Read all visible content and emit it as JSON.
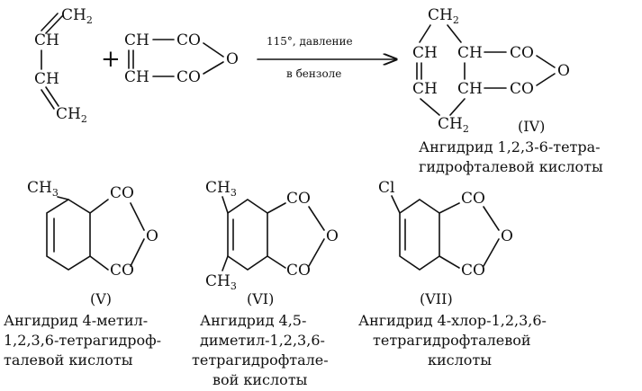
{
  "colors": {
    "ink": "#111111",
    "paper": "#ffffff"
  },
  "labels": {
    "ch": "CH",
    "ch2": "CH",
    "sub2": "2",
    "ch3": "CH",
    "sub3": "3",
    "co": "CO",
    "o": "O",
    "cl": "Cl",
    "plus": "+"
  },
  "reaction": {
    "condition_top": "115°, давление",
    "condition_bottom": "в бензоле"
  },
  "compounds": [
    {
      "numeral": "(IV)",
      "caption": [
        "Ангидрид 1,2,3-6-тетра-",
        "гидрофталевой кислоты"
      ]
    },
    {
      "numeral": "(V)",
      "caption": [
        "Ангидрид 4-метил-",
        "1,2,3,6-тетрагидроф-",
        "талевой кислоты"
      ]
    },
    {
      "numeral": "(VI)",
      "caption": [
        "Ангидрид 4,5-",
        "диметил-1,2,3,6-",
        "тетрагидрофтале-",
        "вой кислоты"
      ]
    },
    {
      "numeral": "(VII)",
      "caption": [
        "Ангидрид 4-хлор-1,2,3,6-",
        "тетрагидрофталевой",
        "кислоты"
      ]
    }
  ]
}
